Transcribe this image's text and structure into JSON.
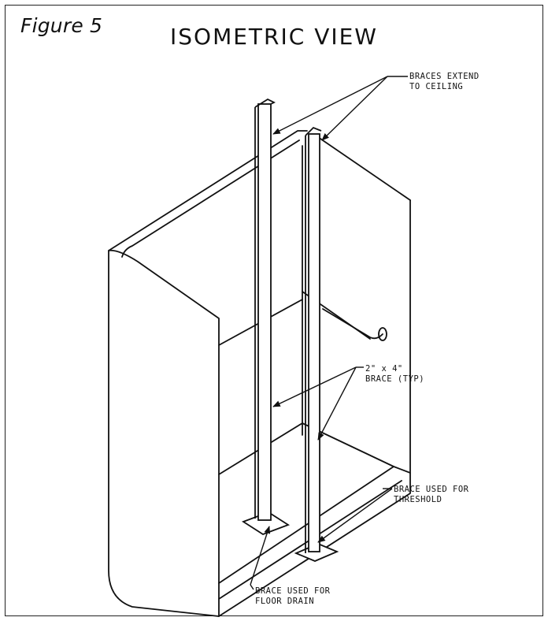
{
  "figure_label": "Figure 5",
  "title": "ISOMETRIC VIEW",
  "callouts": {
    "ceiling": [
      "BRACES EXTEND",
      "TO CEILING"
    ],
    "typ": [
      "2\" x 4\"",
      "BRACE (TYP)"
    ],
    "threshold": [
      "BRACE USED FOR",
      "THRESHOLD"
    ],
    "drain": [
      "BRACE USED FOR",
      "FLOOR DRAIN"
    ]
  }
}
